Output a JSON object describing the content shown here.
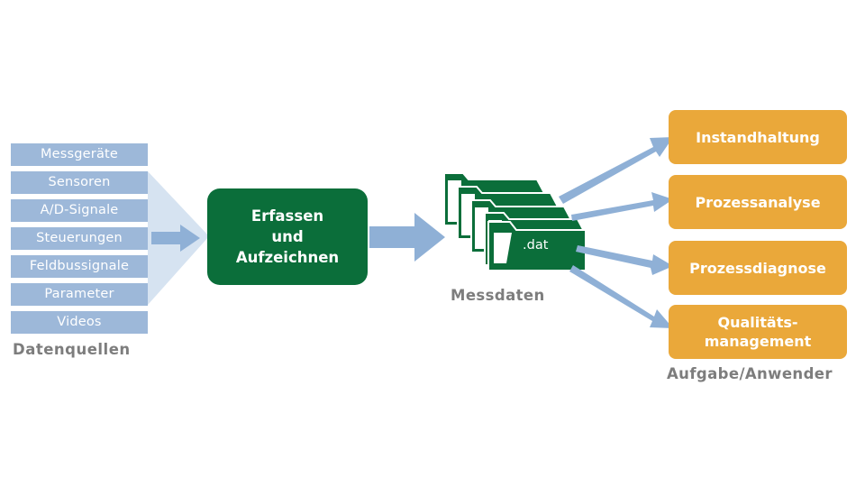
{
  "sources": {
    "items": [
      "Messgeräte",
      "Sensoren",
      "A/D-Signale",
      "Steuerungen",
      "Feldbussignale",
      "Parameter",
      "Videos"
    ],
    "caption": "Datenquellen"
  },
  "process": {
    "line1": "Erfassen",
    "line2": "und",
    "line3": "Aufzeichnen"
  },
  "data": {
    "file_label": ".dat",
    "caption": "Messdaten"
  },
  "tasks": {
    "items": [
      {
        "line1": "Instandhaltung",
        "line2": ""
      },
      {
        "line1": "Prozessanalyse",
        "line2": ""
      },
      {
        "line1": "Prozessdiagnose",
        "line2": ""
      },
      {
        "line1": "Qualitäts-",
        "line2": "management"
      }
    ],
    "caption": "Aufgabe/Anwender"
  },
  "colors": {
    "source_blue": "#9db8d9",
    "arrow_blue": "#8fb0d6",
    "process_green": "#0b6e3a",
    "task_orange": "#eaa83a",
    "caption_gray": "#7d7d7d"
  }
}
